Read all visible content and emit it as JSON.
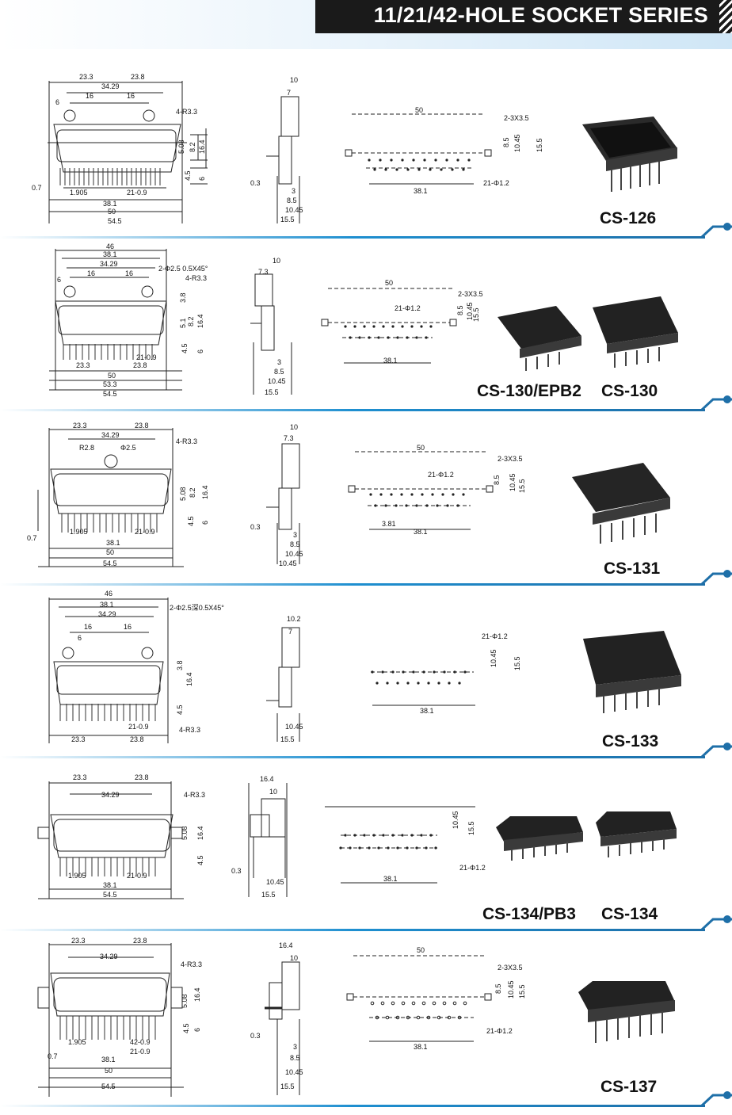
{
  "header": {
    "title": "11/21/42-HOLE SOCKET SERIES"
  },
  "sections": [
    {
      "model": "CS-126",
      "front": {
        "top_dims": [
          "23.3",
          "23.8"
        ],
        "inner": "34.29",
        "pitch": [
          "16",
          "16"
        ],
        "small": "6",
        "hole": "4-R3.3",
        "right_dims": [
          "5.08",
          "8.2",
          "16.4"
        ],
        "low_right": [
          "4.5",
          "6"
        ],
        "left": "0.7",
        "bottom": [
          "1.905",
          "21-0.9",
          "38.1",
          "50",
          "54.5"
        ]
      },
      "side": {
        "top": [
          "10",
          "7"
        ],
        "bottom": [
          "0.3",
          "3",
          "8.5",
          "10.45",
          "15.5"
        ]
      },
      "pcb": {
        "dims": [
          "50",
          "2-3X3.5",
          "8.5",
          "10.45",
          "15.5",
          "38.1",
          "21-Φ1.2"
        ]
      }
    },
    {
      "model": "CS-130/EPB2",
      "model2": "CS-130",
      "front": {
        "top_dims": [
          "46",
          "38.1",
          "34.29"
        ],
        "pitch": [
          "16",
          "16"
        ],
        "small": "6",
        "hole": "2-Φ2.5  0.5X45°",
        "hole2": "4-R3.3",
        "right_dims": [
          "3.8",
          "5.1",
          "8.2",
          "16.4"
        ],
        "low_right": [
          "4.5",
          "6"
        ],
        "bottom": [
          "21-0.9",
          "23.3",
          "23.8",
          "50",
          "53.3",
          "54.5"
        ]
      },
      "side": {
        "top": [
          "10",
          "7.3"
        ],
        "bottom": [
          "3",
          "8.5",
          "10.45",
          "15.5"
        ]
      },
      "pcb": {
        "dims": [
          "50",
          "2-3X3.5",
          "21-Φ1.2",
          "8.5",
          "10.45",
          "15.5",
          "38.1"
        ]
      }
    },
    {
      "model": "CS-131",
      "front": {
        "top_dims": [
          "23.3",
          "23.8",
          "34.29"
        ],
        "r": "R2.8",
        "phi": "Φ2.5",
        "hole": "4-R3.3",
        "right_dims": [
          "5.08",
          "8.2",
          "16.4"
        ],
        "low_right": [
          "4.5",
          "6"
        ],
        "left": "0.7",
        "bottom": [
          "1.905",
          "21-0.9",
          "38.1",
          "50",
          "54.5"
        ]
      },
      "side": {
        "top": [
          "10",
          "7.3"
        ],
        "bottom": [
          "0.3",
          "3",
          "8.5",
          "10.45",
          "10.45"
        ]
      },
      "pcb": {
        "dims": [
          "50",
          "2-3X3.5",
          "21-Φ1.2",
          "8.5",
          "10.45",
          "15.5",
          "3.81",
          "38.1"
        ]
      }
    },
    {
      "model": "CS-133",
      "front": {
        "top_dims": [
          "46",
          "38.1",
          "34.29"
        ],
        "pitch": [
          "16",
          "16"
        ],
        "small": "6",
        "hole": "2-Φ2.5深0.5X45°",
        "hole2": "4-R3.3",
        "right_dims": [
          "3.8",
          "16.4",
          "4.5"
        ],
        "bottom": [
          "21-0.9",
          "23.3",
          "23.8"
        ]
      },
      "side": {
        "top": [
          "10.2",
          "7"
        ],
        "bottom": [
          "10.45",
          "15.5"
        ]
      },
      "pcb": {
        "dims": [
          "21-Φ1.2",
          "10.45",
          "15.5",
          "38.1"
        ]
      }
    },
    {
      "model": "CS-134/PB3",
      "model2": "CS-134",
      "front": {
        "top_dims": [
          "23.3",
          "23.8",
          "34.29"
        ],
        "hole": "4-R3.3",
        "right_dims": [
          "5.08",
          "16.4",
          "4.5"
        ],
        "bottom": [
          "1.905",
          "21-0.9",
          "38.1",
          "54.5"
        ]
      },
      "side": {
        "top": [
          "16.4",
          "10"
        ],
        "bottom": [
          "0.3",
          "10.45",
          "15.5"
        ]
      },
      "pcb": {
        "dims": [
          "10.45",
          "15.5",
          "38.1",
          "21-Φ1.2"
        ]
      }
    },
    {
      "model": "CS-137",
      "front": {
        "top_dims": [
          "23.3",
          "23.8",
          "34.29"
        ],
        "hole": "4-R3.3",
        "right_dims": [
          "5.08",
          "16.4",
          "4.5",
          "6"
        ],
        "left": "0.7",
        "bottom": [
          "1.905",
          "42-0.9",
          "21-0.9",
          "38.1",
          "50",
          "54.5"
        ]
      },
      "side": {
        "top": [
          "16.4",
          "10"
        ],
        "bottom": [
          "0.3",
          "3",
          "8.5",
          "10.45",
          "15.5"
        ]
      },
      "pcb": {
        "dims": [
          "50",
          "2-3X3.5",
          "8.5",
          "10.45",
          "15.5",
          "38.1",
          "21-Φ1.2"
        ]
      }
    }
  ],
  "colors": {
    "title_bg": "#1a1a1a",
    "accent": "#1e8fd0",
    "line": "#222222"
  }
}
